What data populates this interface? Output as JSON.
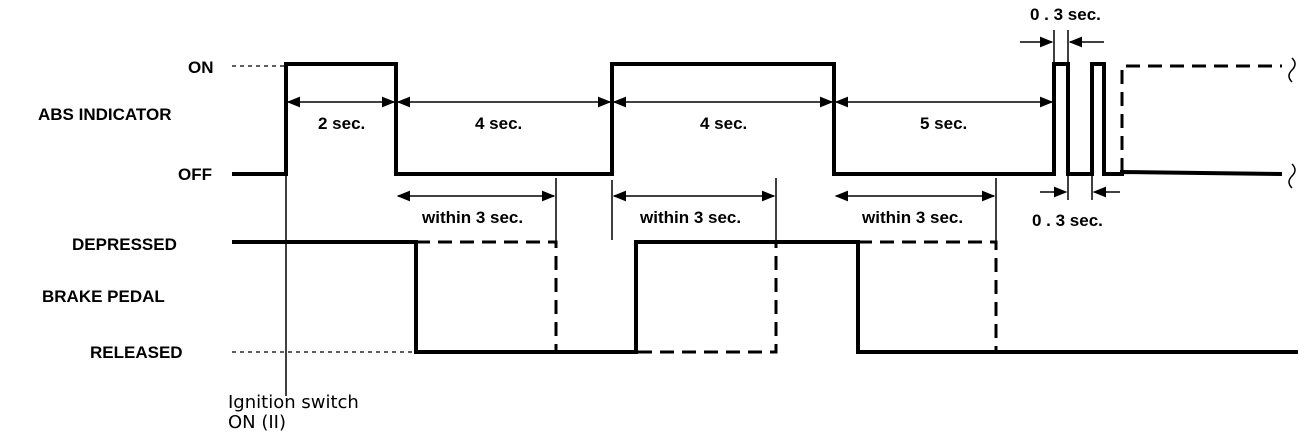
{
  "labels": {
    "on": "ON",
    "abs_indicator": "ABS INDICATOR",
    "off": "OFF",
    "depressed": "DEPRESSED",
    "brake_pedal": "BRAKE PEDAL",
    "released": "RELEASED",
    "ignition_line1": "Ignition switch",
    "ignition_line2": "ON (II)"
  },
  "durations": {
    "d1": "2 sec.",
    "d2": "4 sec.",
    "d3": "4 sec.",
    "d4": "5 sec.",
    "w1": "within 3 sec.",
    "w2": "within 3 sec.",
    "w3": "within 3 sec.",
    "blink_on": "0 . 3 sec.",
    "blink_off": "0 . 3 sec."
  }
}
